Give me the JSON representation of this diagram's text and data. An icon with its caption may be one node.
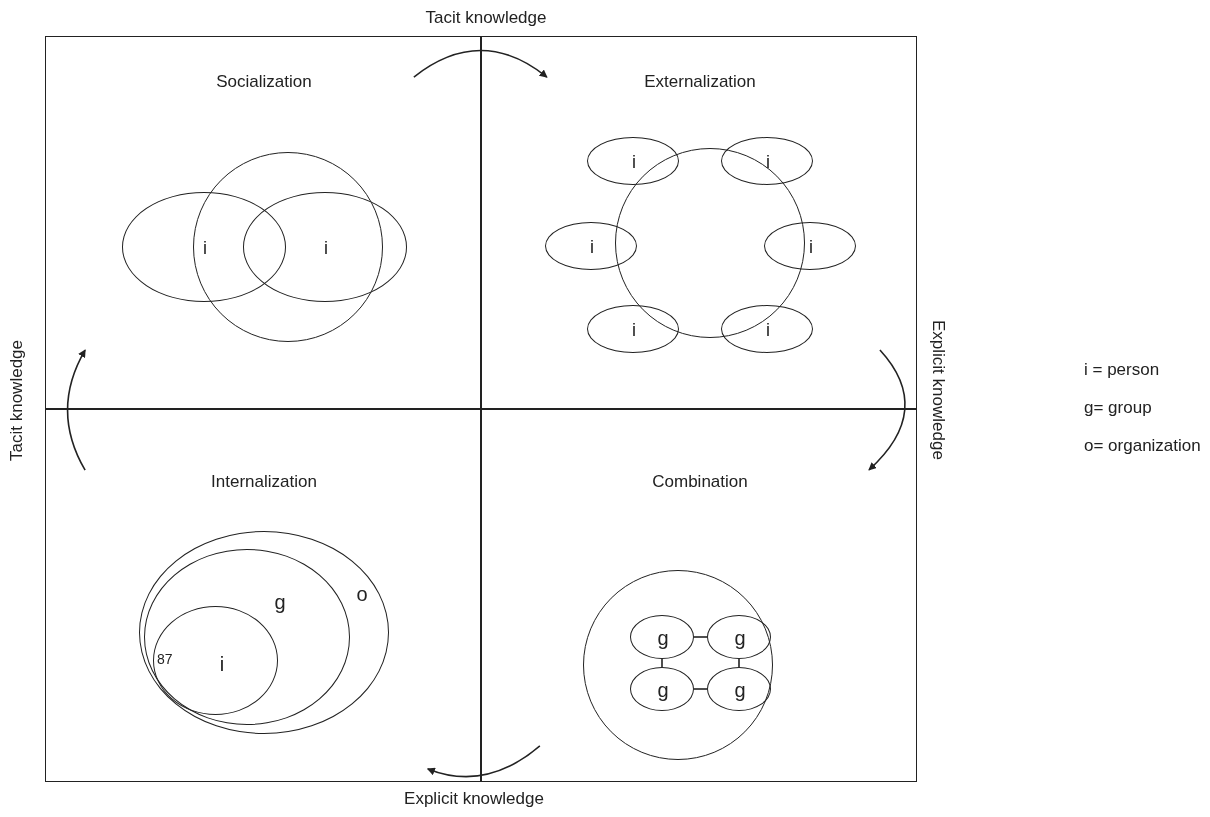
{
  "diagram": {
    "nodes": [
      {
        "text": [
          "Socialization"
        ]
      },
      {
        "text": [
          "Externalization"
        ]
      },
      {
        "text": [
          "Internalization"
        ]
      },
      {
        "text": [
          "Combination"
        ]
      },
      {
        "text": [],
        "shape": "circle",
        "in": 0
      },
      {
        "text": [
          "i"
        ],
        "in": 0
      },
      {
        "text": [
          "i"
        ],
        "in": 0
      },
      {
        "text": [],
        "shape": "circle",
        "in": 1
      },
      {
        "text": [
          "i"
        ],
        "in": 1
      },
      {
        "text": [
          "i"
        ],
        "in": 1
      },
      {
        "text": [
          "i"
        ],
        "in": 1
      },
      {
        "text": [
          "i"
        ],
        "in": 1
      },
      {
        "text": [
          "i"
        ],
        "in": 1
      },
      {
        "text": [
          "i"
        ],
        "in": 1
      },
      {
        "text": [
          "o"
        ],
        "in": 2
      },
      {
        "text": [
          "g"
        ],
        "in": 14
      },
      {
        "text": [
          "i"
        ],
        "in": 15
      },
      {
        "text": [],
        "shape": "circle",
        "in": 3
      },
      {
        "text": [
          "g"
        ],
        "in": 17
      },
      {
        "text": [
          "g"
        ],
        "in": 17
      },
      {
        "text": [
          "g"
        ],
        "in": 17
      },
      {
        "text": [
          "g"
        ],
        "in": 17
      }
    ],
    "edges": [
      {
        "from": 0,
        "to": 1,
        "arrow": "to"
      },
      {
        "from": 1,
        "to": 3,
        "arrow": "to"
      },
      {
        "from": 3,
        "to": 2,
        "arrow": "to"
      },
      {
        "from": 2,
        "to": 0,
        "arrow": "to"
      },
      {
        "from": 18,
        "to": 19,
        "arrow": "none"
      },
      {
        "from": 18,
        "to": 20,
        "arrow": "none"
      },
      {
        "from": 19,
        "to": 21,
        "arrow": "none"
      },
      {
        "from": 20,
        "to": 21,
        "arrow": "none"
      }
    ],
    "labels": [
      "Tacit knowledge",
      "Tacit knowledge",
      "Explicit knowledge",
      "i = person",
      "g= group",
      "o= organization",
      "87",
      "Explicit knowledge"
    ]
  }
}
